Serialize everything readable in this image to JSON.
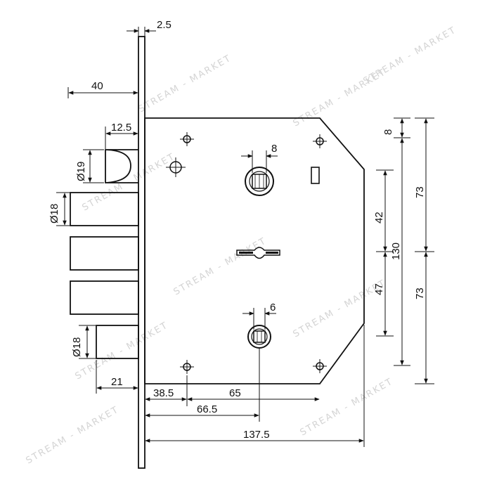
{
  "watermark": {
    "text": "STREAM - MARKET"
  },
  "dimensions": {
    "faceplate_thickness": "2.5",
    "backset_40": "40",
    "latch_offset": "12.5",
    "latch_diameter": "Ø19",
    "bolt_top_diameter": "Ø18",
    "bolt_bottom_diameter": "Ø18",
    "cylinder_square": "8",
    "follower_square": "6",
    "height_8": "8",
    "height_42": "42",
    "height_47": "47",
    "height_130": "130",
    "height_73_upper": "73",
    "height_73_lower": "73",
    "bolt_throw": "21",
    "offset_38_5": "38.5",
    "offset_65": "65",
    "offset_66_5": "66.5",
    "body_length": "137.5"
  },
  "colors": {
    "line": "#111111",
    "watermark": "#d4d4d4",
    "background": "#ffffff"
  }
}
